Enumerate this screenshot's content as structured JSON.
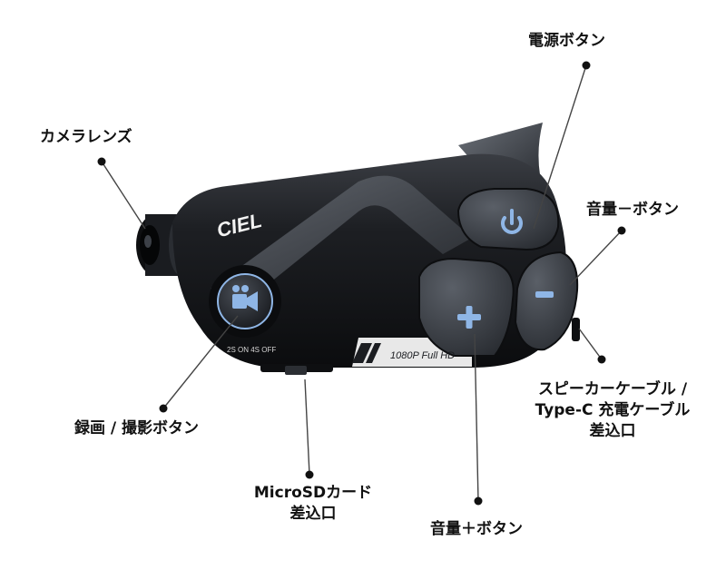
{
  "device": {
    "brand": "CIEL",
    "model_text": "1080P Full HD",
    "button_caption": "2S ON 4S OFF",
    "body_color": "#1b1d21",
    "button_color": "#3a3e45",
    "icon_color": "#8fb6e6",
    "leader_color": "#444444"
  },
  "labels": {
    "power_button": "電源ボタン",
    "camera_lens": "カメラレンズ",
    "volume_down": "音量－ボタン",
    "speaker_cable_line1": "スピーカーケーブル /",
    "speaker_cable_line2": "Type-C 充電ケーブル",
    "speaker_cable_line3": "差込口",
    "record_button": "録画 / 撮影ボタン",
    "microsd_line1": "MicroSDカード",
    "microsd_line2": "差込口",
    "volume_up": "音量＋ボタン"
  }
}
